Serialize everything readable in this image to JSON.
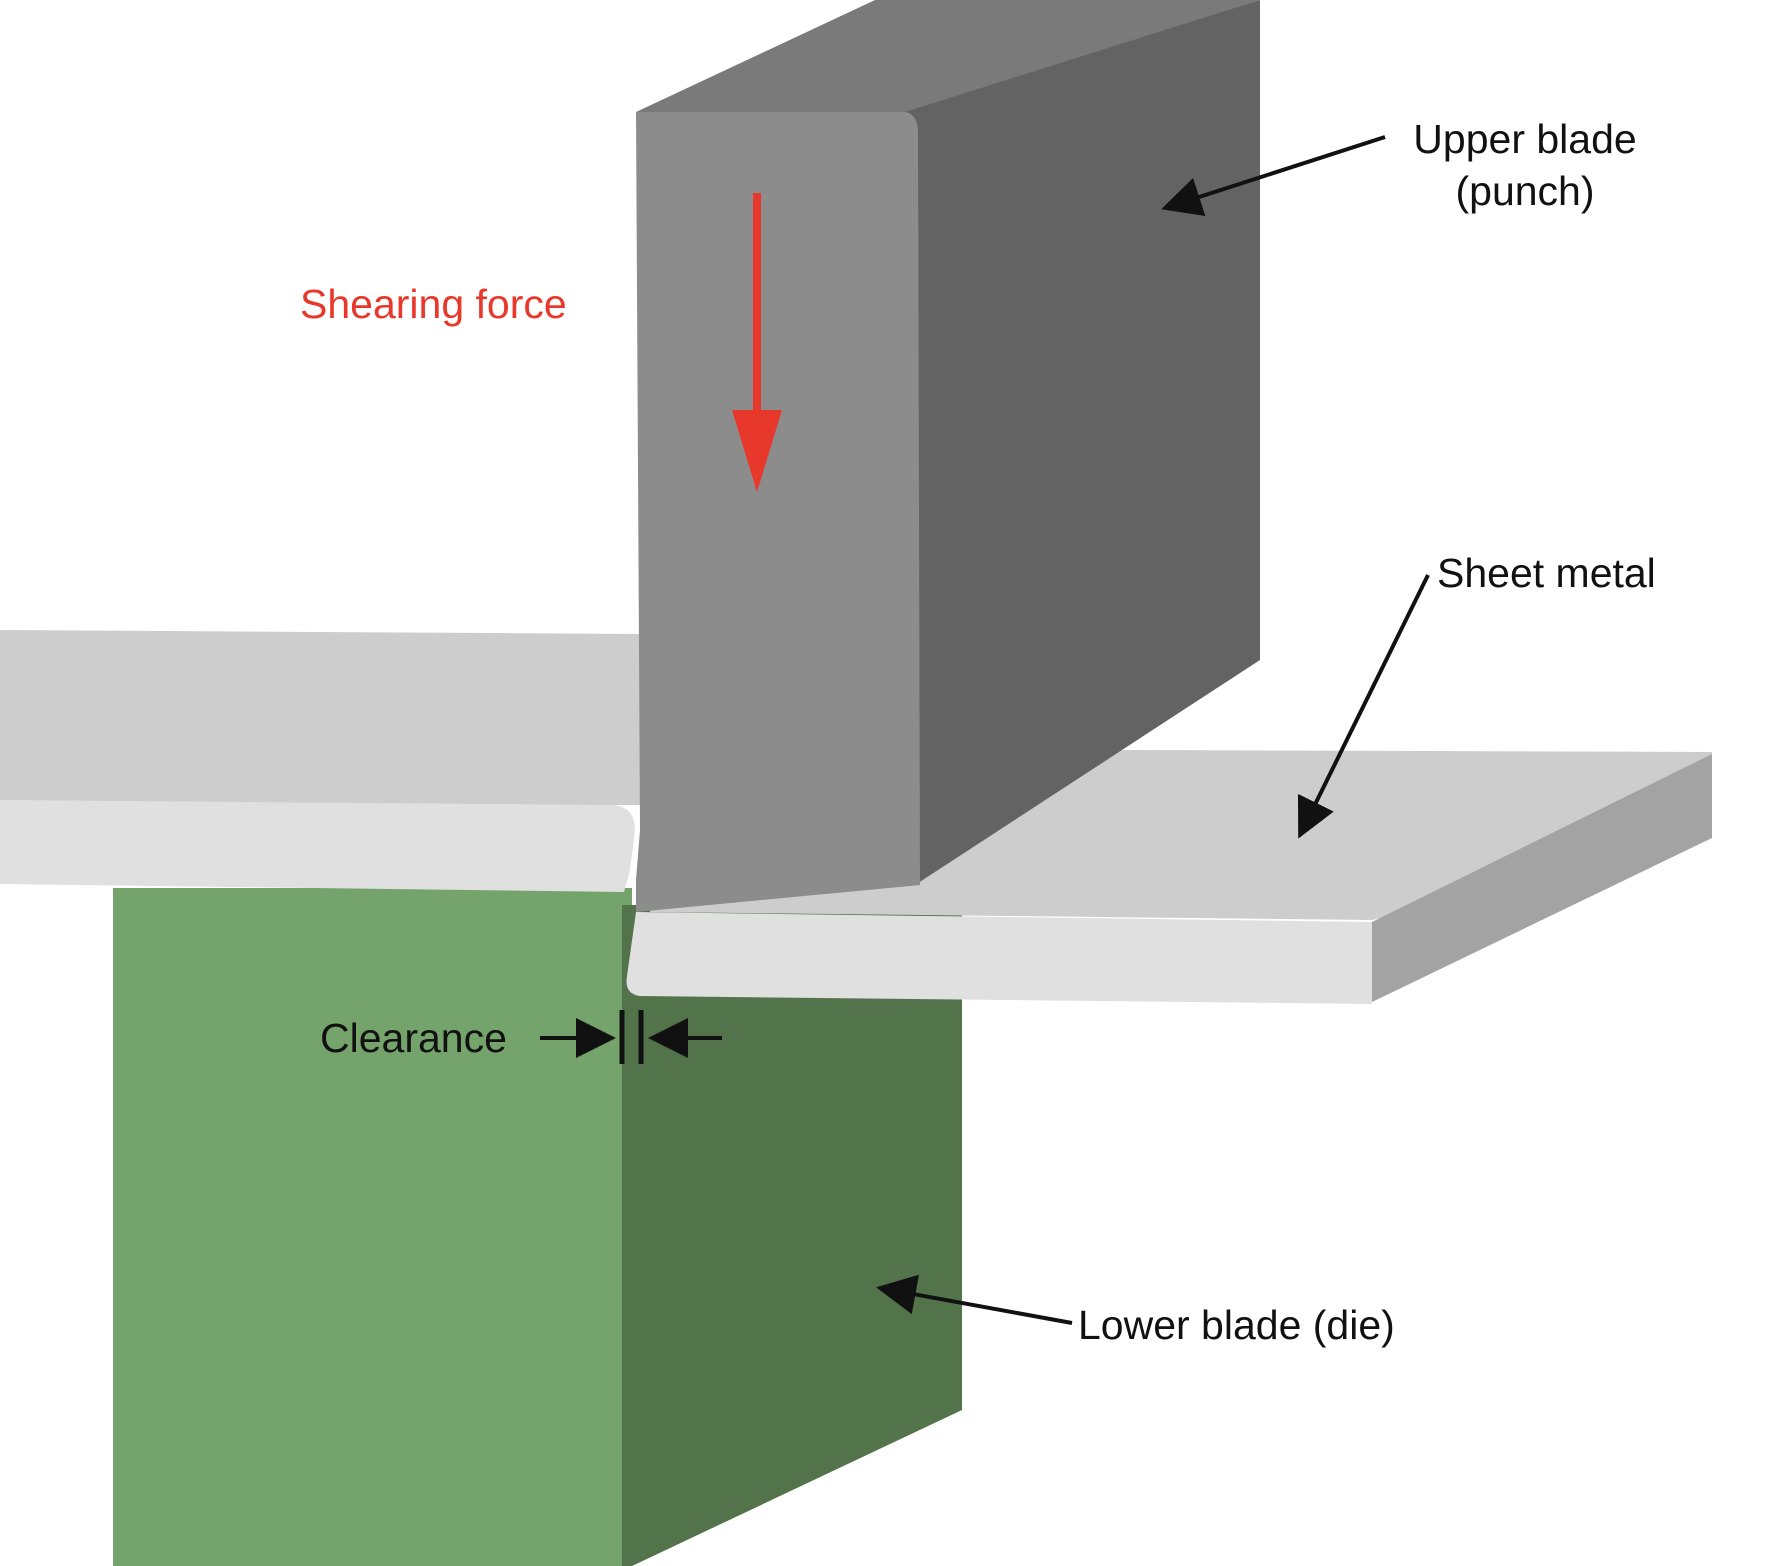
{
  "labels": {
    "upper_blade_line1": "Upper blade",
    "upper_blade_line2": "(punch)",
    "shearing_force": "Shearing force",
    "sheet_metal": "Sheet metal",
    "clearance": "Clearance",
    "lower_blade": "Lower blade (die)"
  },
  "colors": {
    "force_arrow": "#e8382b",
    "upper_blade_front": "#8c8c8c",
    "upper_blade_side": "#636363",
    "upper_blade_top": "#7a7a7a",
    "sheet_top": "#cdcdcd",
    "sheet_edge": "#e0e0e0",
    "sheet_side": "#a3a3a3",
    "lower_blade_front": "#74a36c",
    "lower_blade_side": "#53744b",
    "annotation": "#111111"
  }
}
